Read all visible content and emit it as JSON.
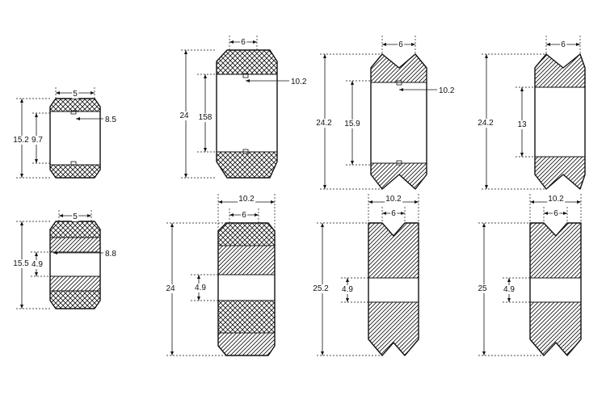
{
  "colors": {
    "line": "#111111",
    "background": "#ffffff"
  },
  "profiles": [
    {
      "id": "p1",
      "labels": {
        "width": "5",
        "height": "15.2",
        "inner": "9.7",
        "groove": "8.5"
      }
    },
    {
      "id": "p2",
      "labels": {
        "width": "6",
        "height": "24",
        "inner": "158",
        "groove": "10.2"
      }
    },
    {
      "id": "p3",
      "labels": {
        "width": "6",
        "height": "24.2",
        "inner": "15.9",
        "groove": "10.2"
      }
    },
    {
      "id": "p4",
      "labels": {
        "width": "6",
        "height": "24.2",
        "inner": "13"
      }
    },
    {
      "id": "p5",
      "labels": {
        "width": "5",
        "height": "15.5",
        "inner": "4.9",
        "groove": "8.8"
      }
    },
    {
      "id": "p6",
      "labels": {
        "outer_width": "10.2",
        "width": "6",
        "height": "24",
        "inner": "4.9"
      }
    },
    {
      "id": "p7",
      "labels": {
        "outer_width": "10.2",
        "width": "6",
        "height": "25.2",
        "inner": "4.9"
      }
    },
    {
      "id": "p8",
      "labels": {
        "outer_width": "10.2",
        "width": "6",
        "height": "25",
        "inner": "4.9"
      }
    }
  ]
}
